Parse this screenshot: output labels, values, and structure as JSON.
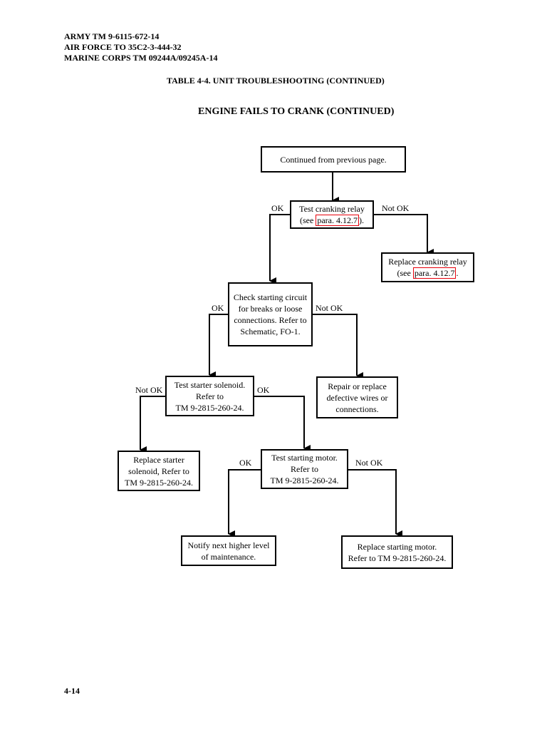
{
  "header": {
    "line1": "ARMY TM 9-6115-672-14",
    "line2": "AIR FORCE TO 35C2-3-444-32",
    "line3": "MARINE CORPS TM 09244A/09245A-14"
  },
  "table_title": "TABLE 4-4.  UNIT TROUBLESHOOTING (CONTINUED)",
  "section_title": "ENGINE FAILS TO CRANK (CONTINUED)",
  "flow": {
    "start": "Continued from previous page.",
    "test_relay": {
      "line1": "Test cranking relay",
      "pre": "(see ",
      "link": "para. 4.12.7",
      "post": ")."
    },
    "replace_relay": {
      "line1": "Replace cranking relay",
      "pre": "(see ",
      "link": "para. 4.12.7",
      "post": "."
    },
    "check_circuit": [
      "Check starting circuit",
      "for breaks or loose",
      "connections.  Refer to",
      "Schematic, FO-1."
    ],
    "repair_wires": [
      "Repair or replace",
      "defective wires or",
      "connections."
    ],
    "test_solenoid": [
      "Test starter solenoid.",
      "Refer to",
      "TM 9-2815-260-24."
    ],
    "replace_solenoid": [
      "Replace starter",
      "solenoid,  Refer to",
      "TM 9-2815-260-24."
    ],
    "test_motor": [
      "Test starting motor.",
      "Refer to",
      "TM 9-2815-260-24."
    ],
    "notify": [
      "Notify next higher level",
      "of maintenance."
    ],
    "replace_motor": [
      "Replace starting motor.",
      "Refer to TM 9-2815-260-24."
    ]
  },
  "labels": {
    "ok": "OK",
    "not_ok": "Not OK"
  },
  "colors": {
    "link_border": "#e8000b"
  },
  "page_number": "4-14"
}
